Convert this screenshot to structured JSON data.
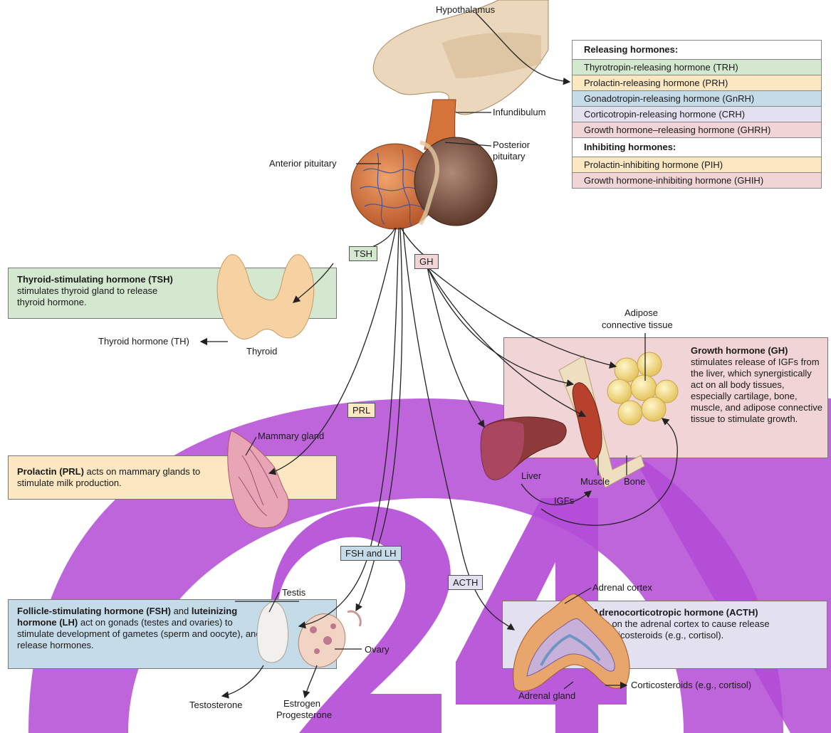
{
  "colors": {
    "green": "#d3e8cf",
    "yellow": "#fbe7c1",
    "blue": "#c5dbe8",
    "lavender": "#e3e0ef",
    "pink": "#f1d4d6",
    "watermark": "#b34ad6"
  },
  "labels": {
    "hypothalamus": "Hypothalamus",
    "infundibulum": "Infundibulum",
    "anterior_pituitary": "Anterior pituitary",
    "posterior_pituitary_1": "Posterior",
    "posterior_pituitary_2": "pituitary",
    "thyroid_hormone": "Thyroid hormone (TH)",
    "thyroid": "Thyroid",
    "mammary_gland": "Mammary gland",
    "adipose_1": "Adipose",
    "adipose_2": "connective tissue",
    "liver": "Liver",
    "muscle": "Muscle",
    "bone": "Bone",
    "igfs": "IGFs",
    "testis": "Testis",
    "ovary": "Ovary",
    "testosterone": "Testosterone",
    "estrogen": "Estrogen",
    "progesterone": "Progesterone",
    "adrenal_cortex": "Adrenal cortex",
    "adrenal_gland": "Adrenal gland",
    "corticosteroids": "Corticosteroids (e.g., cortisol)"
  },
  "tags": {
    "tsh": "TSH",
    "gh": "GH",
    "prl": "PRL",
    "fsh_lh": "FSH and LH",
    "acth": "ACTH"
  },
  "legend": {
    "releasing_title": "Releasing hormones:",
    "releasing": [
      "Thyrotropin-releasing hormone (TRH)",
      "Prolactin-releasing hormone (PRH)",
      "Gonadotropin-releasing hormone (GnRH)",
      "Corticotropin-releasing hormone (CRH)",
      "Growth hormone–releasing hormone (GHRH)"
    ],
    "inhibiting_title": "Inhibiting hormones:",
    "inhibiting": [
      "Prolactin-inhibiting hormone (PIH)",
      "Growth hormone-inhibiting hormone (GHIH)"
    ]
  },
  "panels": {
    "tsh_bold": "Thyroid-stimulating hormone (TSH)",
    "tsh_text": "stimulates thyroid gland to release thyroid hormone.",
    "gh_bold": "Growth hormone (GH)",
    "gh_text": "stimulates release of IGFs from the liver, which synergistically act on all body tissues, especially cartilage, bone, muscle, and adipose connective tissue to stimulate growth.",
    "prl_bold": "Prolactin (PRL)",
    "prl_text": "acts on mammary glands to stimulate milk production.",
    "fsh_bold_1": "Follicle-stimulating hormone (FSH)",
    "fsh_mid": "and",
    "fsh_bold_2": "luteinizing hormone (LH)",
    "fsh_text": "act on gonads (testes and ovaries) to stimulate development of gametes (sperm and oocyte), and release hormones.",
    "acth_bold": "Adrenocorticotropic hormone (ACTH)",
    "acth_text": "acts on the adrenal cortex to cause release of corticosteroids (e.g., cortisol)."
  }
}
